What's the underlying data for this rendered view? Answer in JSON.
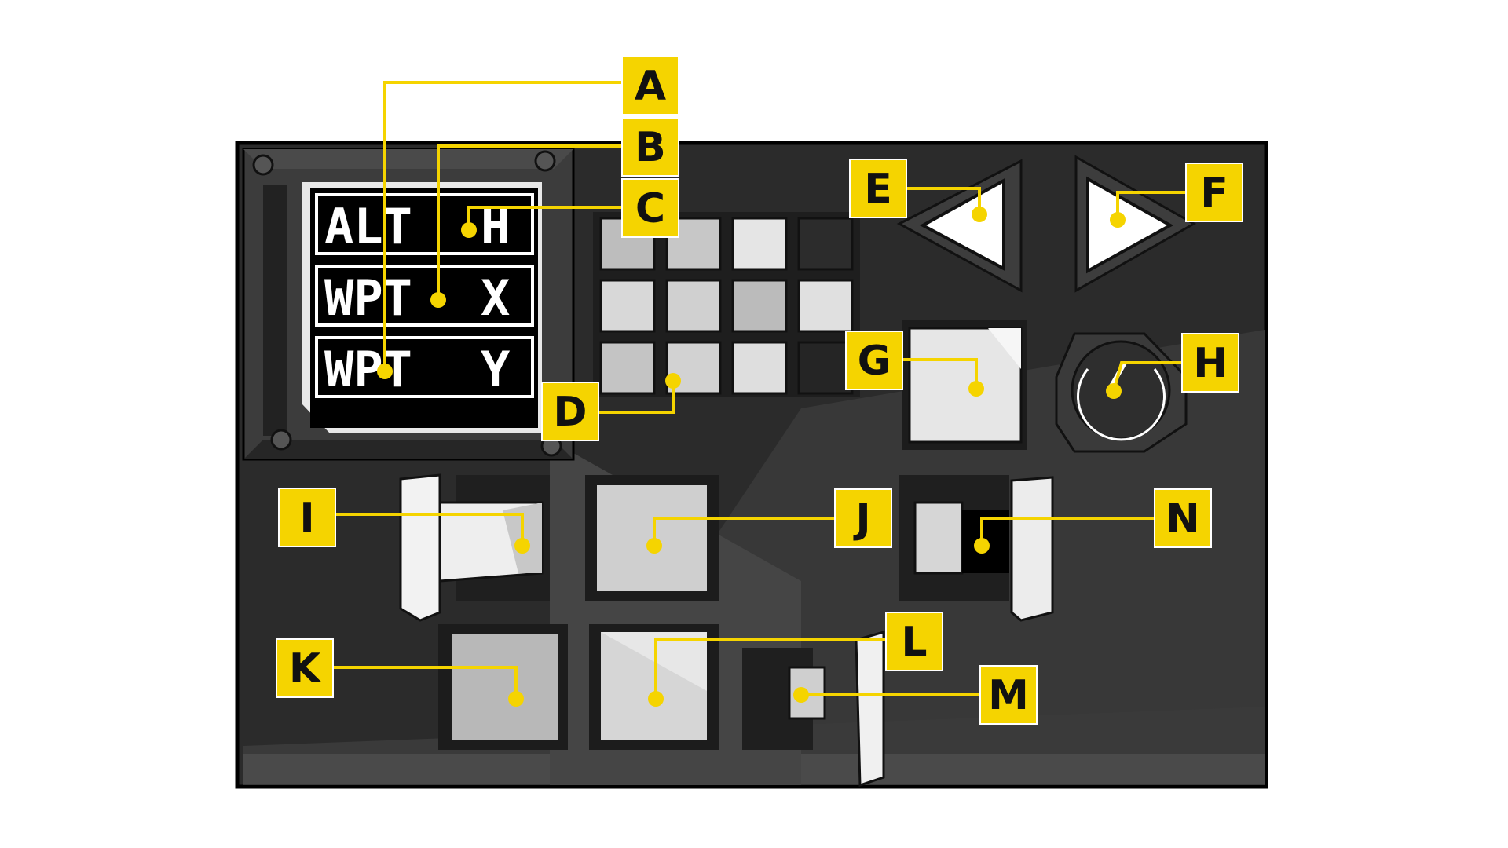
{
  "colors": {
    "panel": "#2a2a2a",
    "accent": "#f5d400",
    "lcd_background": "#000000",
    "lcd_text": "#ffffff"
  },
  "display": {
    "rows": [
      {
        "left": "ALT",
        "right": "H"
      },
      {
        "left": "WPT",
        "right": "X"
      },
      {
        "left": "WPT",
        "right": "Y"
      }
    ]
  },
  "callouts": [
    {
      "letter": "A",
      "target": "display-row-3-label"
    },
    {
      "letter": "B",
      "target": "display-row-2-label"
    },
    {
      "letter": "C",
      "target": "display-row-1-value"
    },
    {
      "letter": "D",
      "target": "keypad-key"
    },
    {
      "letter": "E",
      "target": "left-arrow-button"
    },
    {
      "letter": "F",
      "target": "right-arrow-button"
    },
    {
      "letter": "G",
      "target": "large-square-button"
    },
    {
      "letter": "H",
      "target": "rotary-dial"
    },
    {
      "letter": "I",
      "target": "left-toggle-switch"
    },
    {
      "letter": "J",
      "target": "upper-square-button"
    },
    {
      "letter": "K",
      "target": "lower-left-square-button"
    },
    {
      "letter": "L",
      "target": "lower-middle-square-button"
    },
    {
      "letter": "M",
      "target": "lower-toggle-switch"
    },
    {
      "letter": "N",
      "target": "right-toggle-switch"
    }
  ]
}
